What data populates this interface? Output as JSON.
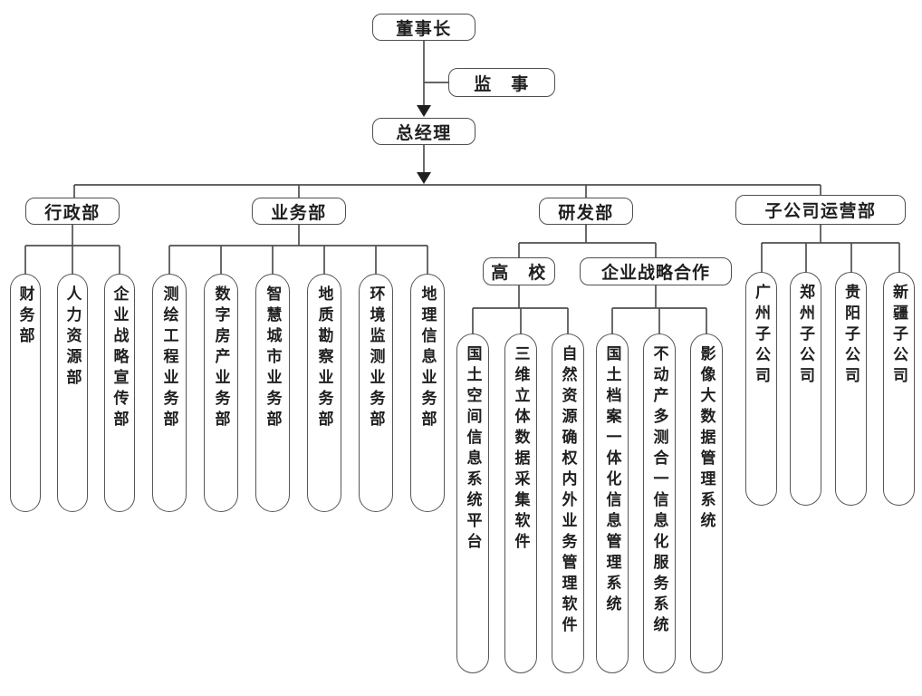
{
  "org_chart": {
    "chairman": "董事长",
    "supervisor": "监　事",
    "general_manager": "总经理",
    "departments": [
      {
        "label": "行政部",
        "children": [
          "财务部",
          "人力资源部",
          "企业战略宣传部"
        ]
      },
      {
        "label": "业务部",
        "children": [
          "测绘工程业务部",
          "数字房产业务部",
          "智慧城市业务部",
          "地质勘察业务部",
          "环境监测业务部",
          "地理信息业务部"
        ]
      },
      {
        "label": "研发部",
        "groups": [
          {
            "label": "高　校",
            "children": [
              "国土空间信息系统平台",
              "三维立体数据采集软件",
              "自然资源确权内外业务管理软件"
            ]
          },
          {
            "label": "企业战略合作",
            "children": [
              "国土档案一体化信息管理系统",
              "不动产多测合一信息化服务系统",
              "影像大数据管理系统"
            ]
          }
        ]
      },
      {
        "label": "子公司运营部",
        "children": [
          "广州子公司",
          "郑州子公司",
          "贵阳子公司",
          "新疆子公司"
        ]
      }
    ],
    "line_color": "#4f4f4f",
    "text_color": "#1f1f1f",
    "background_color": "#ffffff"
  }
}
